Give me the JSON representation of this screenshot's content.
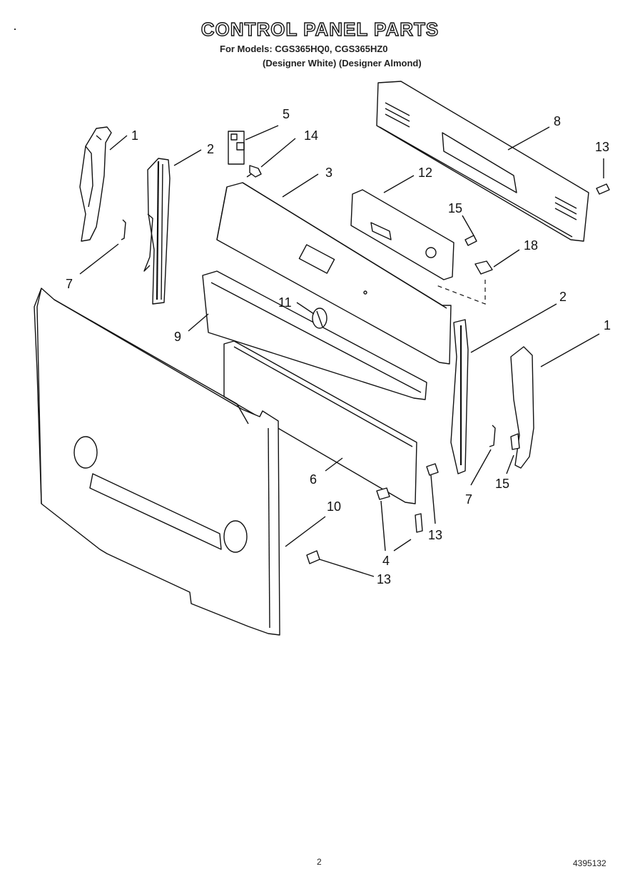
{
  "header": {
    "title": "CONTROL PANEL PARTS",
    "models_line": "For Models: CGS365HQ0, CGS365HZ0",
    "finish_line": "(Designer White)  (Designer Almond)"
  },
  "footer": {
    "page_number": "2",
    "document_number": "4395132"
  },
  "callouts": [
    {
      "id": "c1a",
      "label": "1"
    },
    {
      "id": "c2a",
      "label": "2"
    },
    {
      "id": "c5",
      "label": "5"
    },
    {
      "id": "c14",
      "label": "14"
    },
    {
      "id": "c3",
      "label": "3"
    },
    {
      "id": "c8",
      "label": "8"
    },
    {
      "id": "c13a",
      "label": "13"
    },
    {
      "id": "c12",
      "label": "12"
    },
    {
      "id": "c15a",
      "label": "15"
    },
    {
      "id": "c18",
      "label": "18"
    },
    {
      "id": "c7a",
      "label": "7"
    },
    {
      "id": "c9",
      "label": "9"
    },
    {
      "id": "c11",
      "label": "11"
    },
    {
      "id": "c2b",
      "label": "2"
    },
    {
      "id": "c1b",
      "label": "1"
    },
    {
      "id": "c6",
      "label": "6"
    },
    {
      "id": "c7b",
      "label": "7"
    },
    {
      "id": "c15b",
      "label": "15"
    },
    {
      "id": "c10",
      "label": "10"
    },
    {
      "id": "c13b",
      "label": "13"
    },
    {
      "id": "c4",
      "label": "4"
    },
    {
      "id": "c13c",
      "label": "13"
    }
  ]
}
